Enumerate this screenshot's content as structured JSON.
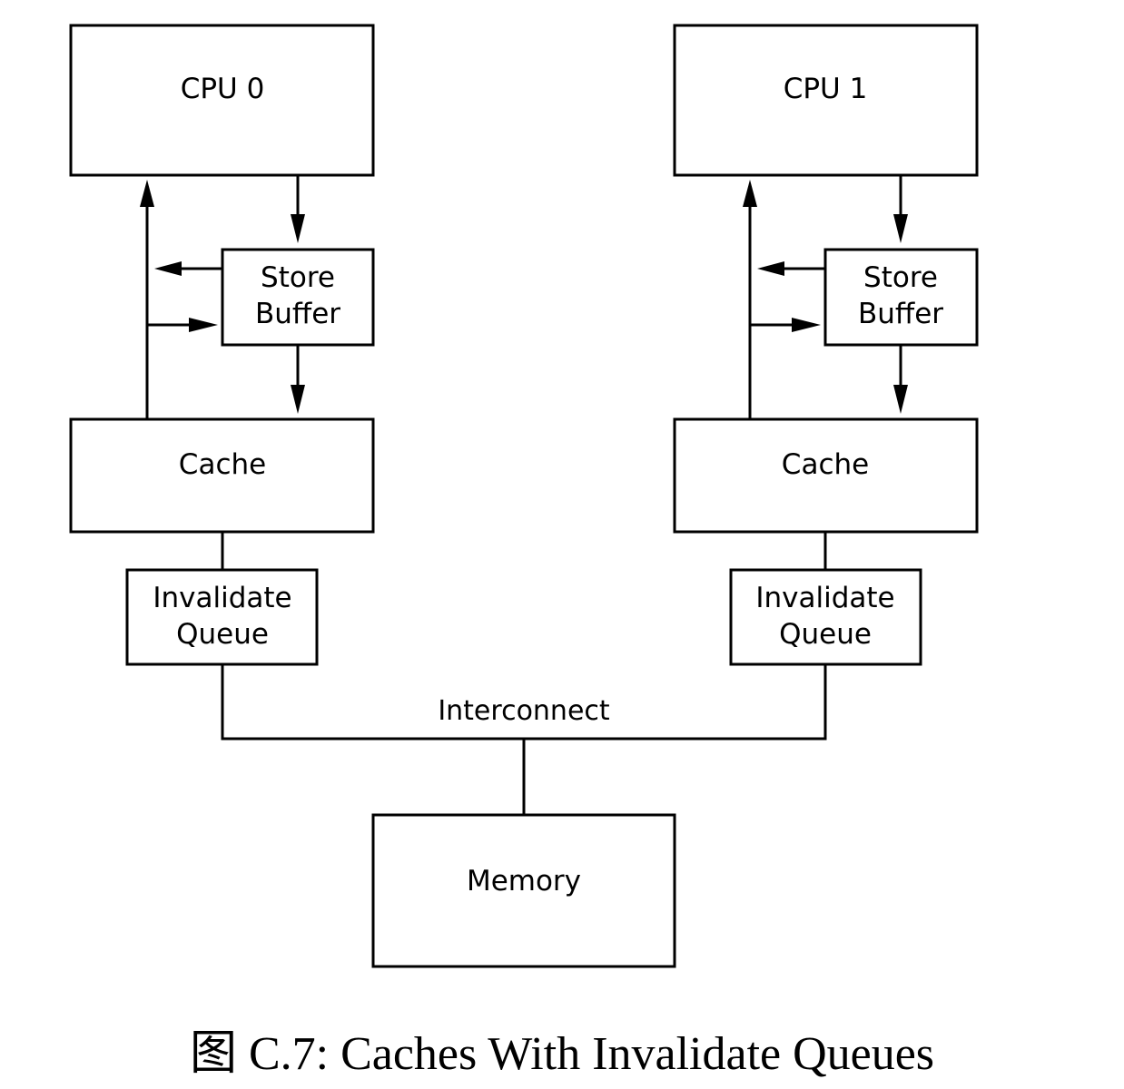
{
  "cpu0": {
    "label": "CPU 0"
  },
  "cpu1": {
    "label": "CPU 1"
  },
  "store_buffer_0": {
    "line1": "Store",
    "line2": "Buffer"
  },
  "store_buffer_1": {
    "line1": "Store",
    "line2": "Buffer"
  },
  "cache_0": {
    "label": "Cache"
  },
  "cache_1": {
    "label": "Cache"
  },
  "invalidate_queue_0": {
    "line1": "Invalidate",
    "line2": "Queue"
  },
  "invalidate_queue_1": {
    "line1": "Invalidate",
    "line2": "Queue"
  },
  "interconnect": {
    "label": "Interconnect"
  },
  "memory": {
    "label": "Memory"
  },
  "caption": {
    "text": "图 C.7: Caches With Invalidate Queues"
  }
}
